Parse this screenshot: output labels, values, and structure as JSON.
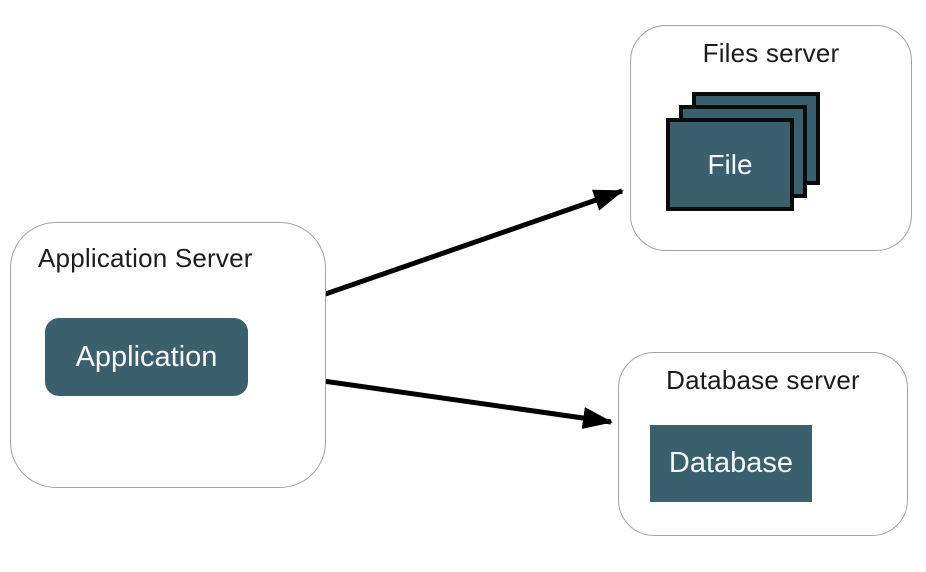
{
  "containers": {
    "application_server": {
      "title": "Application Server",
      "node_label": "Application"
    },
    "files_server": {
      "title": "Files server",
      "node_label": "File",
      "stack_count": 3
    },
    "database_server": {
      "title": "Database server",
      "node_label": "Database"
    }
  },
  "edges": [
    {
      "from": "Application",
      "to": "Files server"
    },
    {
      "from": "Application",
      "to": "Database server"
    }
  ],
  "colors": {
    "node_fill": "#3A606D",
    "node_text": "#F5F7F7",
    "container_border": "#A3A3A3",
    "title_text": "#1C1C1C",
    "arrow": "#000000",
    "background": "#FFFFFF",
    "stack_border": "#0B0B0B"
  }
}
